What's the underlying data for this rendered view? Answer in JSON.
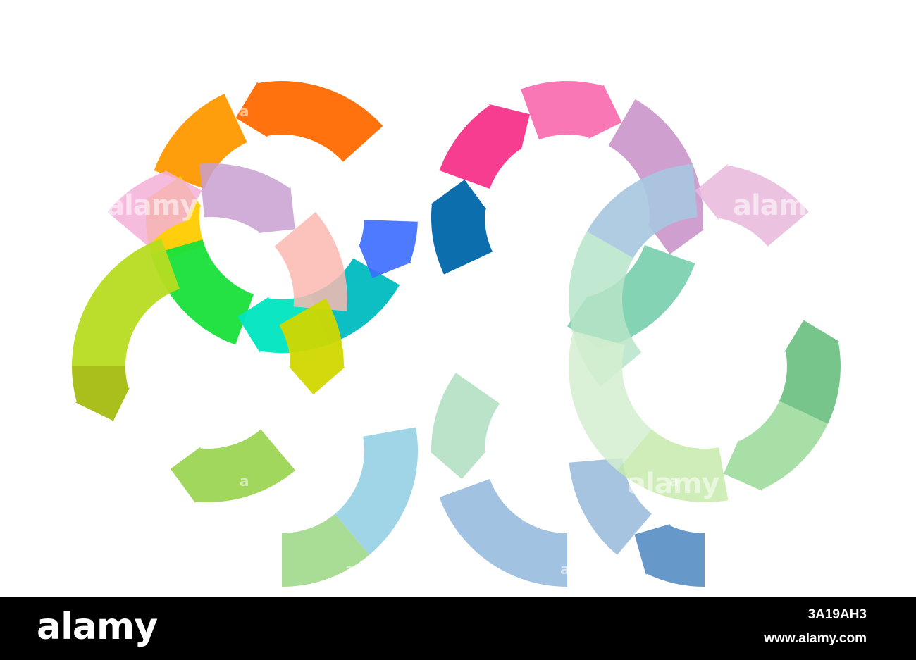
{
  "artwork": {
    "arcs": [
      {
        "id": "top-left-orange-arc",
        "color": "#ff6a00",
        "opacity": 0.95
      },
      {
        "id": "top-left-amber-arc",
        "color": "#ff9900",
        "opacity": 0.95
      },
      {
        "id": "top-left-yellow-arc",
        "color": "#ffcc00",
        "opacity": 0.95
      },
      {
        "id": "top-left-green-arc",
        "color": "#18e03a",
        "opacity": 0.95
      },
      {
        "id": "top-left-teal-arc",
        "color": "#00e5c0",
        "opacity": 0.95
      },
      {
        "id": "top-center-teal-arc",
        "color": "#00bcc0",
        "opacity": 0.95
      },
      {
        "id": "top-center-blue-arc",
        "color": "#3b6bff",
        "opacity": 0.9
      },
      {
        "id": "top-center-navy-arc",
        "color": "#0066aa",
        "opacity": 0.95
      },
      {
        "id": "top-right-magenta-arc",
        "color": "#f5338a",
        "opacity": 0.95
      },
      {
        "id": "top-right-pink-arc",
        "color": "#f870b0",
        "opacity": 0.95
      },
      {
        "id": "top-right-lilac-arc",
        "color": "#cc9acc",
        "opacity": 0.95
      },
      {
        "id": "top-right-sea-arc",
        "color": "#6ecba8",
        "opacity": 0.85
      },
      {
        "id": "mid-left-pink-arc",
        "color": "#f4b0d8",
        "opacity": 0.85
      },
      {
        "id": "mid-left-lilac-arc",
        "color": "#c8a0d0",
        "opacity": 0.85
      },
      {
        "id": "mid-left-peach-arc",
        "color": "#fbb8b0",
        "opacity": 0.85
      },
      {
        "id": "mid-right-blue-arc",
        "color": "#a6c6e0",
        "opacity": 0.9
      },
      {
        "id": "mid-right-pink-arc",
        "color": "#e7b8dc",
        "opacity": 0.85
      },
      {
        "id": "mid-right-mint-arc",
        "color": "#b6e4c8",
        "opacity": 0.85
      },
      {
        "id": "bottom-left-olive-arc",
        "color": "#a6bc10",
        "opacity": 0.95
      },
      {
        "id": "bottom-left-lime-arc",
        "color": "#b6dc20",
        "opacity": 0.95
      },
      {
        "id": "bottom-left-yellowgreen-arc",
        "color": "#d0d800",
        "opacity": 0.95
      },
      {
        "id": "bottom-left-green-arc",
        "color": "#8fd040",
        "opacity": 0.85
      },
      {
        "id": "bottom-center-green-arc",
        "color": "#a0d888",
        "opacity": 0.9
      },
      {
        "id": "bottom-center-skyblue-arc",
        "color": "#96d0e6",
        "opacity": 0.9
      },
      {
        "id": "bottom-center-steel-arc",
        "color": "#90b8dc",
        "opacity": 0.85
      },
      {
        "id": "bottom-center-mint-arc",
        "color": "#b4e0c4",
        "opacity": 0.9
      },
      {
        "id": "bottom-right-blue-arc",
        "color": "#5e94c6",
        "opacity": 0.95
      },
      {
        "id": "bottom-right-paleblue-arc",
        "color": "#9cbedc",
        "opacity": 0.9
      },
      {
        "id": "bottom-right-green-arc",
        "color": "#70c284",
        "opacity": 0.95
      },
      {
        "id": "bottom-right-palegreen-arc",
        "color": "#9edc9c",
        "opacity": 0.9
      },
      {
        "id": "bottom-right-lightgreen-arc",
        "color": "#c6eaac",
        "opacity": 0.85
      },
      {
        "id": "bottom-right-lemon-arc",
        "color": "#d4eed0",
        "opacity": 0.85
      }
    ],
    "watermark_text": "alamy",
    "watermark_letter": "a"
  },
  "footer": {
    "brand": "alamy",
    "image_id": "3A19AH3",
    "domain": "www.alamy.com"
  }
}
